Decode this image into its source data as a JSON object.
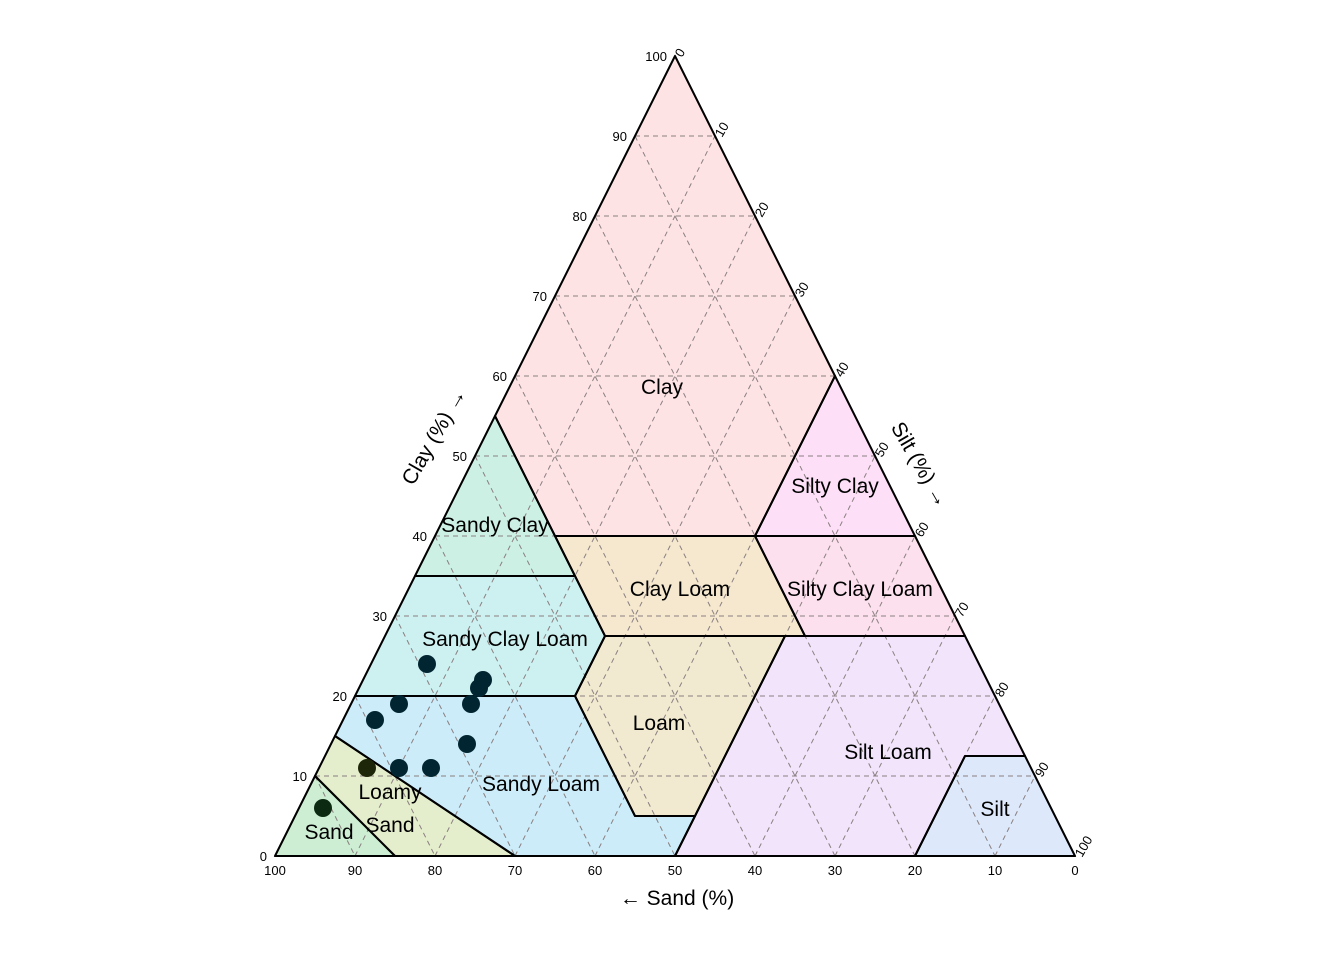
{
  "chart_data": {
    "type": "scatter",
    "subtype": "ternary-soil-texture-triangle",
    "axes": {
      "clay": {
        "title": "Clay (%) →",
        "ticks": [
          0,
          10,
          20,
          30,
          40,
          50,
          60,
          70,
          80,
          90,
          100
        ]
      },
      "silt": {
        "title": "Silt (%) →",
        "ticks": [
          0,
          10,
          20,
          30,
          40,
          50,
          60,
          70,
          80,
          90,
          100
        ]
      },
      "sand": {
        "title": "← Sand (%)",
        "ticks": [
          100,
          90,
          80,
          70,
          60,
          50,
          40,
          30,
          20,
          10,
          0
        ]
      }
    },
    "grid": true,
    "regions": [
      {
        "name": "Clay",
        "color": "#fee3e5",
        "vertices": [
          [
            0,
            100
          ],
          [
            45,
            55
          ],
          [
            45,
            40
          ],
          [
            20,
            40
          ],
          [
            0,
            60
          ]
        ]
      },
      {
        "name": "Silty Clay",
        "color": "#fde0f7",
        "vertices": [
          [
            0,
            60
          ],
          [
            20,
            40
          ],
          [
            0,
            40
          ]
        ]
      },
      {
        "name": "Sandy Clay",
        "color": "#cdf0e4",
        "vertices": [
          [
            45,
            55
          ],
          [
            65,
            35
          ],
          [
            45,
            35
          ]
        ]
      },
      {
        "name": "Clay Loam",
        "color": "#f5e8cf",
        "vertices": [
          [
            45,
            40
          ],
          [
            20,
            40
          ],
          [
            20,
            27.5
          ],
          [
            45,
            27.5
          ],
          [
            45,
            35
          ]
        ]
      },
      {
        "name": "Silty Clay Loam",
        "color": "#fde0ee",
        "vertices": [
          [
            20,
            40
          ],
          [
            0,
            40
          ],
          [
            0,
            27.5
          ],
          [
            20,
            27.5
          ]
        ]
      },
      {
        "name": "Sandy Clay Loam",
        "color": "#cdf0f0",
        "vertices": [
          [
            65,
            35
          ],
          [
            45,
            35
          ],
          [
            45,
            27.5
          ],
          [
            52.5,
            20
          ],
          [
            80,
            20
          ]
        ]
      },
      {
        "name": "Loam",
        "color": "#f1ead0",
        "vertices": [
          [
            45,
            27.5
          ],
          [
            22.5,
            27.5
          ],
          [
            45,
            5
          ],
          [
            52.5,
            5
          ],
          [
            52.5,
            20
          ]
        ]
      },
      {
        "name": "Sandy Loam",
        "color": "#ccecf9",
        "vertices": [
          [
            80,
            20
          ],
          [
            52.5,
            20
          ],
          [
            52.5,
            5
          ],
          [
            45,
            5
          ],
          [
            50,
            0
          ],
          [
            70,
            0
          ],
          [
            85,
            15
          ]
        ]
      },
      {
        "name": "Silt Loam",
        "color": "#f1e4fb",
        "vertices": [
          [
            22.5,
            27.5
          ],
          [
            0,
            27.5
          ],
          [
            0,
            12.5
          ],
          [
            7.5,
            12.5
          ],
          [
            20,
            0
          ],
          [
            50,
            0
          ],
          [
            45,
            5
          ]
        ]
      },
      {
        "name": "Silt",
        "color": "#dde9fb",
        "vertices": [
          [
            7.5,
            12.5
          ],
          [
            0,
            12.5
          ],
          [
            0,
            0
          ],
          [
            20,
            0
          ]
        ]
      },
      {
        "name": "Loamy Sand",
        "label_lines": [
          "Loamy",
          "Sand"
        ],
        "color": "#e4eecc",
        "vertices": [
          [
            85,
            15
          ],
          [
            70,
            0
          ],
          [
            85,
            0
          ],
          [
            90,
            10
          ]
        ]
      },
      {
        "name": "Sand",
        "color": "#cdeed3",
        "vertices": [
          [
            90,
            10
          ],
          [
            85,
            0
          ],
          [
            100,
            0
          ]
        ]
      }
    ],
    "vertex_order": "[sand %, clay %]",
    "points": [
      {
        "sand": 91,
        "silt": 3,
        "clay": 6,
        "color": "#0c2a12"
      },
      {
        "sand": 83,
        "silt": 6,
        "clay": 11,
        "color": "#1e260a"
      },
      {
        "sand": 79,
        "silt": 4,
        "clay": 17,
        "color": "#022532"
      },
      {
        "sand": 75,
        "silt": 6,
        "clay": 19,
        "color": "#022532"
      },
      {
        "sand": 79,
        "silt": 10,
        "clay": 11,
        "color": "#022532"
      },
      {
        "sand": 75,
        "silt": 14,
        "clay": 11,
        "color": "#022532"
      },
      {
        "sand": 69,
        "silt": 17,
        "clay": 14,
        "color": "#022532"
      },
      {
        "sand": 66,
        "silt": 15,
        "clay": 19,
        "color": "#022532"
      },
      {
        "sand": 64,
        "silt": 15,
        "clay": 21,
        "color": "#022532"
      },
      {
        "sand": 63,
        "silt": 15,
        "clay": 22,
        "color": "#022532"
      },
      {
        "sand": 69,
        "silt": 7,
        "clay": 24,
        "color": "#022532"
      }
    ]
  }
}
